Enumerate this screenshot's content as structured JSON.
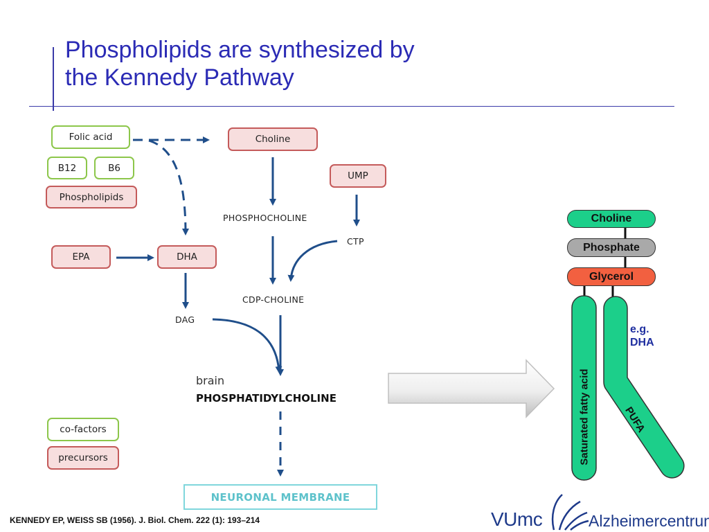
{
  "title": {
    "line1": "Phospholipids are synthesized by",
    "line2": "the Kennedy Pathway"
  },
  "boxes": {
    "folic_acid": "Folic acid",
    "b12": "B12",
    "b6": "B6",
    "phospholipids": "Phospholipids",
    "choline": "Choline",
    "ump": "UMP",
    "epa": "EPA",
    "dha": "DHA",
    "cofactors": "co-factors",
    "precursors": "precursors"
  },
  "labels": {
    "phosphocholine": "PHOSPHOCHOLINE",
    "ctp": "CTP",
    "cdp_choline": "CDP-CHOLINE",
    "dag": "DAG",
    "brain": "brain",
    "phosphatidylcholine": "PHOSPHATIDYLCHOLINE",
    "neuronal_membrane": "NEURONAL MEMBRANE"
  },
  "molecule": {
    "choline": "Choline",
    "phosphate": "Phosphate",
    "glycerol": "Glycerol",
    "saturated_fatty_acid": "Saturated fatty acid",
    "pufa": "PUFA",
    "eg_line1": "e.g.",
    "eg_line2": "DHA"
  },
  "citation": "KENNEDY EP, WEISS SB (1956). J. Biol. Chem. 222 (1): 193–214",
  "logos": {
    "vumc": "VUmc",
    "alzheimercentrum": "Alzheimercentrum"
  },
  "colors": {
    "title": "#2b2bb5",
    "arrow": "#1f4e8a",
    "green_border": "#8cc64a",
    "red_border": "#c45a5a",
    "red_fill": "#f7dede",
    "molecule_green": "#1ccf8a",
    "molecule_gray": "#a9a9a9",
    "molecule_orange": "#f26040",
    "membrane": "#5ec2cb"
  }
}
